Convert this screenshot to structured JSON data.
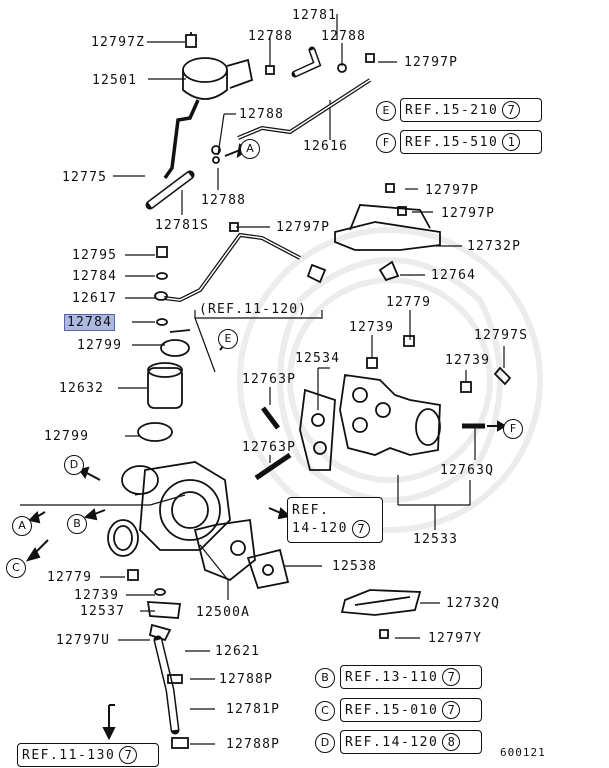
{
  "part_labels": {
    "p12781_top": "12781",
    "p12797Z": "12797Z",
    "p12788_a": "12788",
    "p12788_b": "12788",
    "p12797P_a": "12797P",
    "p12501": "12501",
    "p12788_c": "12788",
    "p12616": "12616",
    "p12775": "12775",
    "p12788_d": "12788",
    "p12781S": "12781S",
    "p12797P_b": "12797P",
    "p12797P_c": "12797P",
    "p12797P_d": "12797P",
    "p12732P": "12732P",
    "p12795": "12795",
    "p12784_a": "12784",
    "p12764": "12764",
    "p12617": "12617",
    "p12779_a": "12779",
    "p12784_hl": "12784",
    "p12739_a": "12739",
    "p12797S": "12797S",
    "p12799_a": "12799",
    "p12534": "12534",
    "p12739_b": "12739",
    "p12632": "12632",
    "p12763P_a": "12763P",
    "p12799_b": "12799",
    "p12763P_b": "12763P",
    "p12763Q": "12763Q",
    "p12533": "12533",
    "p12779_b": "12779",
    "p12538": "12538",
    "p12739_c": "12739",
    "p12500A": "12500A",
    "p12537": "12537",
    "p12732Q": "12732Q",
    "p12797U": "12797U",
    "p12621": "12621",
    "p12797Y": "12797Y",
    "p12788P_a": "12788P",
    "p12781P": "12781P",
    "p12788P_b": "12788P"
  },
  "refs": {
    "ref_e": {
      "letter": "E",
      "text": "REF.15-210",
      "num": "7"
    },
    "ref_f": {
      "letter": "F",
      "text": "REF.15-510",
      "num": "1"
    },
    "ref_11_120": "(REF.11-120)",
    "ref_14_120_line1": "REF.",
    "ref_14_120_line2": "14-120",
    "ref_14_120_num": "7",
    "ref_b": {
      "letter": "B",
      "text": "REF.13-110",
      "num": "7"
    },
    "ref_c": {
      "letter": "C",
      "text": "REF.15-010",
      "num": "7"
    },
    "ref_d": {
      "letter": "D",
      "text": "REF.14-120",
      "num": "8"
    },
    "ref_11_130": {
      "text": "REF.11-130",
      "num": "7"
    }
  },
  "callouts": {
    "a_top": "A",
    "e_mid": "E",
    "f_right": "F",
    "d_left": "D",
    "a_left": "A",
    "b_left": "B",
    "c_left": "C"
  },
  "diagram_code": "600121"
}
